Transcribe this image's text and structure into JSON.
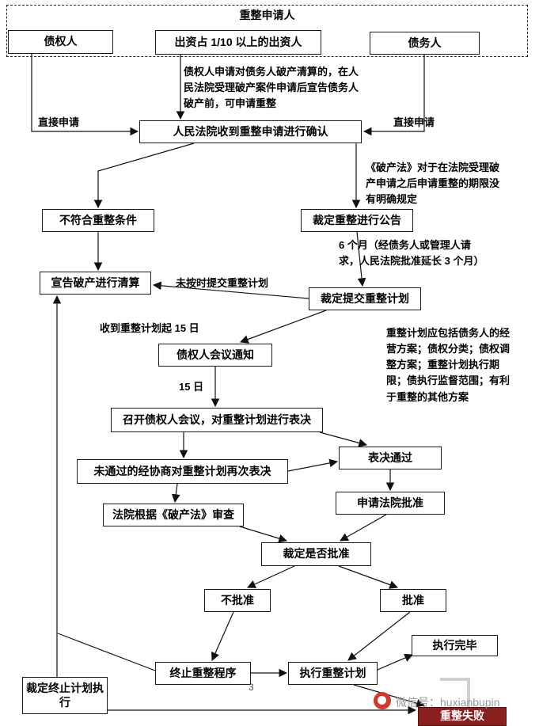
{
  "applicants": {
    "group_title": "重整申请人",
    "creditor": "债权人",
    "investor": "出资占 1/10 以上的出资人",
    "debtor": "债务人"
  },
  "nodes": {
    "court_confirm": "人民法院收到重整申请进行确认",
    "not_qualified": "不符合重整条件",
    "announce": "裁定重整进行公告",
    "declare_bankruptcy": "宣告破产进行清算",
    "submit_plan": "裁定提交重整计划",
    "meeting_notice": "债权人会议通知",
    "hold_meeting": "召开债权人会议，对重整计划进行表决",
    "revote": "未通过的经协商对重整计划再次表决",
    "vote_passed": "表决通过",
    "court_review": "法院根据《破产法》审查",
    "apply_approval": "申请法院批准",
    "ruling_approve": "裁定是否批准",
    "not_approved": "不批准",
    "approved": "批准",
    "terminate_procedure": "终止重整程序",
    "execute_plan": "执行重整计划",
    "execution_done": "执行完毕",
    "terminate_execution": "裁定终止计划执行",
    "reorg_failed": "重整失败"
  },
  "labels": {
    "direct_apply_left": "直接申请",
    "direct_apply_right": "直接申请",
    "late_submit": "未按时提交重整计划",
    "receive_15_days": "收到重整计划起 15 日",
    "days_15": "15 日"
  },
  "notes": {
    "creditor_note": "债权人申请对债务人破产清算的，在人民法院受理破产案件申请后宣告债务人破产前，可申请重整",
    "law_note": "《破产法》对于在法院受理破产申请之后申请重整的期限没有明确规定",
    "six_months_note": "6 个月（经债务人或管理人请求，人民法院批准延长 3 个月）",
    "plan_note": "重整计划应包括债务人的经营方案；债权分类；债权调整方案；重整计划执行期限；债执行监督范围；有利于重整的其他方案"
  },
  "footer": {
    "page_number": "3",
    "watermark_text": "微信号：huxianbupin"
  },
  "colors": {
    "failed_bg": "#8a1f1f",
    "line": "#111111",
    "watermark_red": "#d03a2b",
    "watermark_gray": "#9a9a9a"
  }
}
